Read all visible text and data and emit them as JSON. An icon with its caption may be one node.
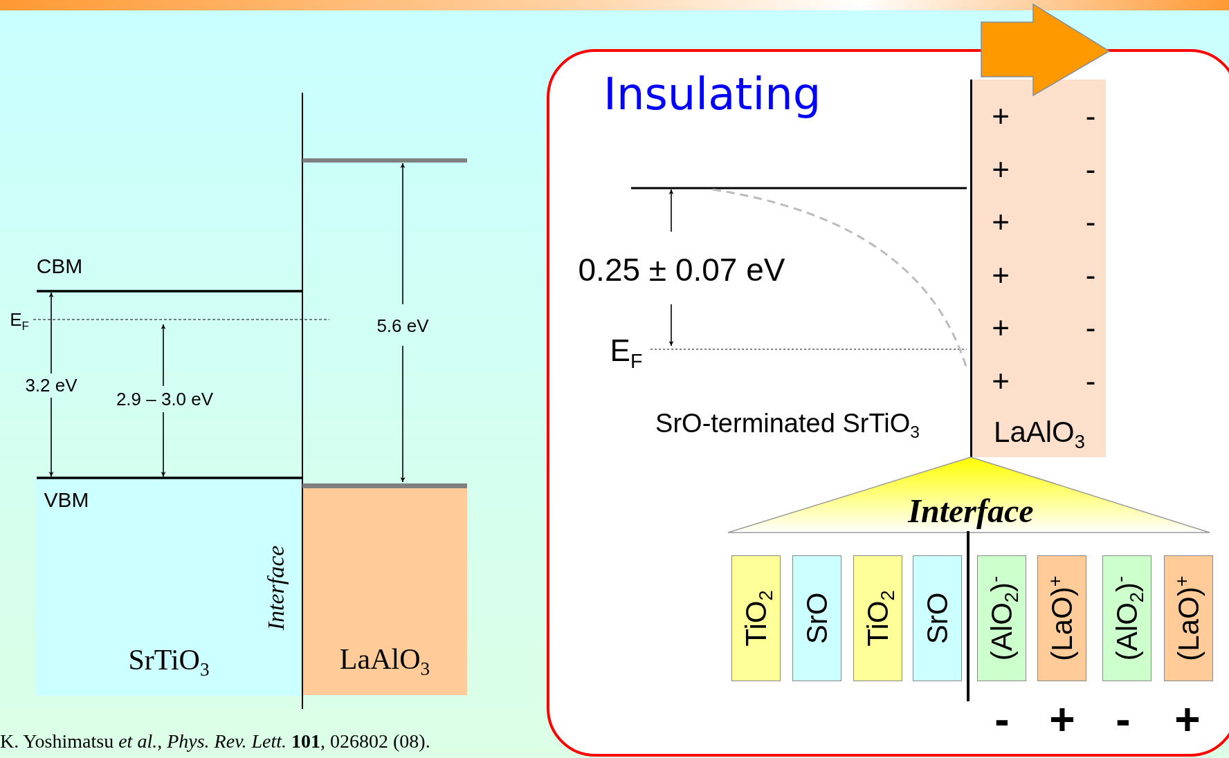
{
  "diagram": {
    "caption": "K. Yoshimatsu *et al.*, *Phys. Rev. Lett.* **101**, 026802 (08).",
    "nodes": [
      {
        "text": [
          "SrTiO$_{3}$"
        ]
      },
      {
        "text": [
          "LaAlO$_{3}$"
        ]
      },
      {
        "text": [
          "Insulating"
        ]
      },
      {
        "text": [
          "+",
          "-",
          "+",
          "-",
          "+",
          "-",
          "+",
          "-",
          "+",
          "-",
          "+",
          "-",
          "LaAlO$_{3}$"
        ],
        "in": 2
      },
      {
        "text": [
          "Interface"
        ],
        "in": 2
      },
      {
        "text": [
          "TiO$_{2}$"
        ],
        "in": 2
      },
      {
        "text": [
          "SrO"
        ],
        "in": 2
      },
      {
        "text": [
          "TiO$_{2}$"
        ],
        "in": 2
      },
      {
        "text": [
          "SrO"
        ],
        "in": 2
      },
      {
        "text": [
          "(AlO$_{2}$)$^{-}$"
        ],
        "in": 2
      },
      {
        "text": [
          "(LaO)$^{+}$"
        ],
        "in": 2
      },
      {
        "text": [
          "(AlO$_{2}$)$^{-}$"
        ],
        "in": 2
      },
      {
        "text": [
          "(LaO)$^{+}$"
        ],
        "in": 2
      }
    ],
    "labels": [
      "CBM",
      "E$_{F}$",
      "3.2 eV",
      "2.9 – 3.0 eV",
      "5.6 eV",
      "VBM",
      "Interface",
      "0.25 ± 0.07 eV",
      "E$_{F}$",
      "SrO-terminated SrTiO$_{3}$",
      "-",
      "+",
      "-",
      "+"
    ]
  }
}
